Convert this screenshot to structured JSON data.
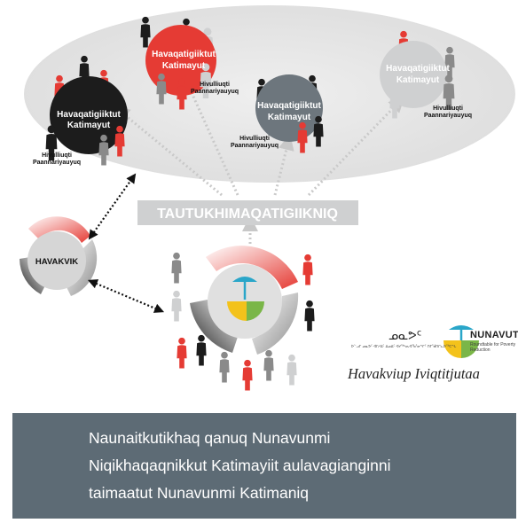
{
  "groups": [
    {
      "title_line1": "Havaqatigiiktut",
      "title_line2": "Katimayut",
      "sub_line1": "Hivulliuqti",
      "sub_line2": "Paannariyauyuq"
    },
    {
      "title_line1": "Havaqatigiiktut",
      "title_line2": "Katimayut",
      "sub_line1": "Hivulliuqti",
      "sub_line2": "Paannariyauyuq"
    },
    {
      "title_line1": "Havaqatigiiktut",
      "title_line2": "Katimayut",
      "sub_line1": "Hivulliuqti",
      "sub_line2": "Paannariyauyuq"
    },
    {
      "title_line1": "Havaqatigiiktut",
      "title_line2": "Katimayut",
      "sub_line1": "Hivulliuqti",
      "sub_line2": "Paannariyauyuq"
    }
  ],
  "center_label": "TAUTUKHIMAQATIGIIKNIQ",
  "left_node_label": "HAVAKVIK",
  "logo": {
    "syllabics": "ᓄᓇᕗᑦ",
    "name": "NUNAVUT",
    "subtitle": "Roundtable for Poverty Reduction",
    "small_text": "ᐅᓪᓗᒥ ᓄᓇᕗᑦ ᐊᒥᓱᐃᑦ ᐃᓄᐃᑦ ᐊᔪᖅᓴᕆᐊᖃᕐᓂᖏᑦ ᑎᒥᖁᑎᒋᓚᐅᖅᑕᖓ",
    "title": "Havakviup Iviqtitjutaa"
  },
  "banner_lines": [
    "Naunaitkutikhaq qanuq Nunavunmi",
    "Niqikhaqaqnikkut Katimayiit aulavagianginni",
    "taimaatut Nunavunmi Katimaniq"
  ],
  "colors": {
    "accent_red": "#e53b34",
    "dark": "#1c1c1c",
    "mid_grey": "#8a8a8a",
    "light_grey": "#cfd0d1",
    "ellipse": "#e4e4e4",
    "banner": "#5d6b75",
    "logo_blue": "#2aa6c9",
    "logo_green": "#7ab648",
    "logo_yellow": "#f3c21b"
  }
}
